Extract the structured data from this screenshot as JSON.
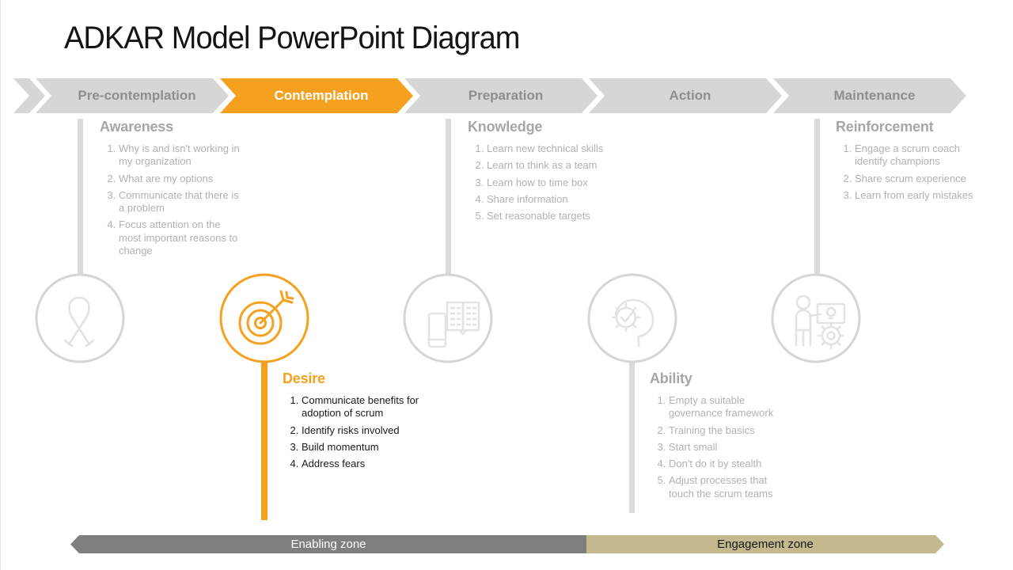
{
  "title": "ADKAR Model PowerPoint Diagram",
  "colors": {
    "accent": "#F5A01E",
    "chevron_bg": "#D6D6D6",
    "chevron_text": "#8E8E8E",
    "heading_gray": "#A6A6A6",
    "list_gray": "#B1B1B1",
    "line_gray": "#DBDBDB",
    "icon_gray": "#E3E3E3",
    "zone_gray": "#7F7F7F",
    "zone_tan": "#C3B98D"
  },
  "stages": [
    {
      "label": "Pre-contemplation",
      "active": false
    },
    {
      "label": "Contemplation",
      "active": true
    },
    {
      "label": "Preparation",
      "active": false
    },
    {
      "label": "Action",
      "active": false
    },
    {
      "label": "Maintenance",
      "active": false
    }
  ],
  "icons": [
    "awareness-ribbon-icon",
    "target-arrow-icon",
    "open-book-icon",
    "head-gear-check-icon",
    "trainer-gear-idea-icon"
  ],
  "blocks": {
    "awareness": {
      "heading": "Awareness",
      "items": [
        "Why is and isn't working in my organization",
        "What are my options",
        "Communicate that there is a problem",
        "Focus attention on the most important reasons to change"
      ]
    },
    "desire": {
      "heading": "Desire",
      "items": [
        "Communicate benefits for adoption of scrum",
        "Identify risks involved",
        "Build momentum",
        "Address fears"
      ]
    },
    "knowledge": {
      "heading": "Knowledge",
      "items": [
        "Learn new technical skills",
        "Learn to think as a team",
        "Learn how to time box",
        "Share information",
        "Set reasonable targets"
      ]
    },
    "ability": {
      "heading": "Ability",
      "items": [
        "Empty a suitable governance framework",
        "Training the basics",
        "Start small",
        "Don't do it by stealth",
        "Adjust processes that touch the scrum teams"
      ]
    },
    "reinforcement": {
      "heading": "Reinforcement",
      "items": [
        "Engage a scrum coach identify champions",
        "Share scrum experience",
        "Learn from early mistakes"
      ]
    }
  },
  "zones": {
    "enabling": "Enabling zone",
    "engagement": "Engagement zone"
  }
}
